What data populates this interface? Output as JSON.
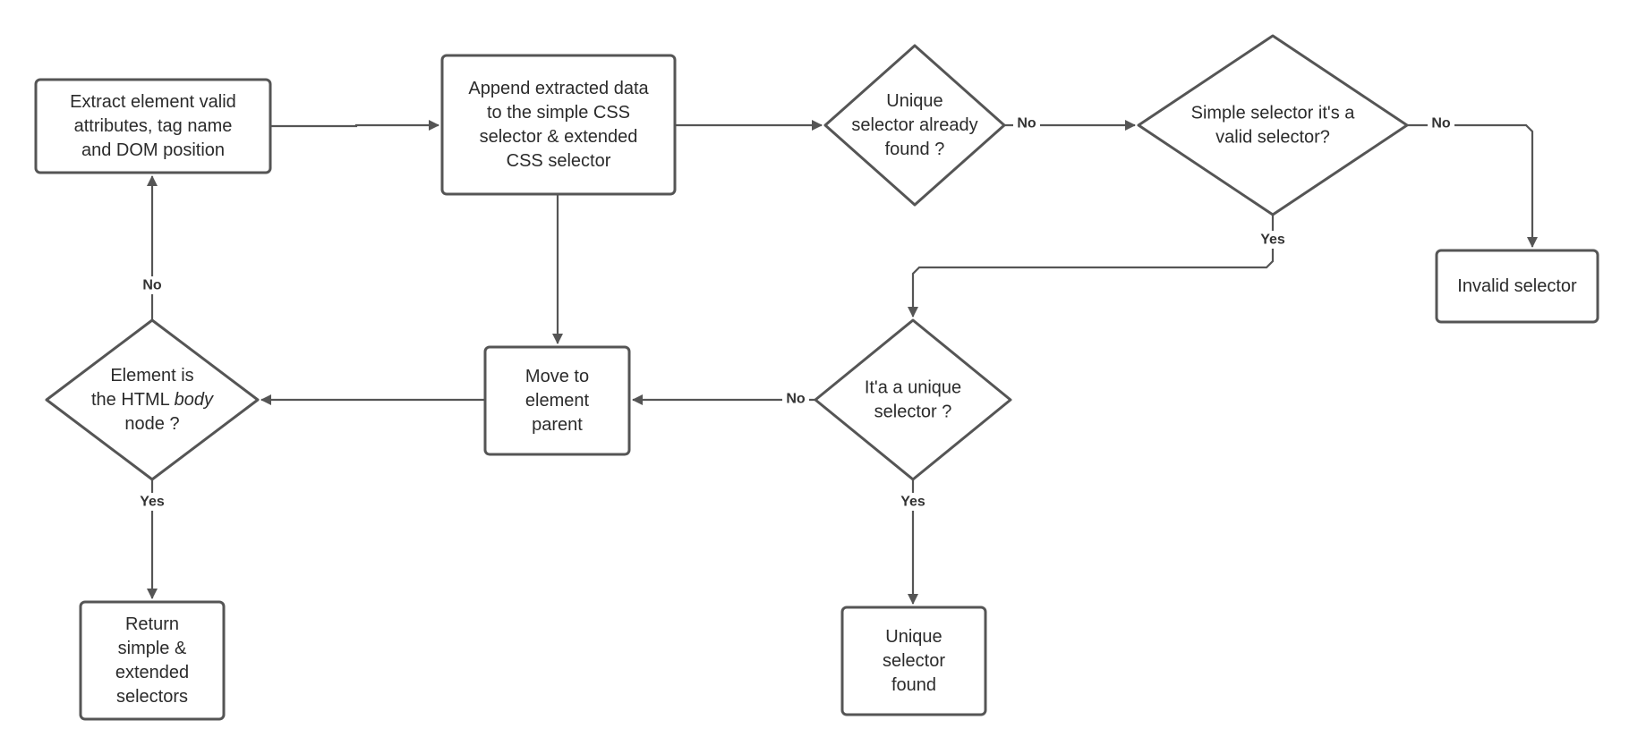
{
  "colors": {
    "stroke": "#555555",
    "text": "#2b2b2b",
    "background": "#ffffff"
  },
  "nodes": {
    "extract": {
      "shape": "rect",
      "lines": [
        [
          "Extract element valid"
        ],
        [
          "attributes, tag name"
        ],
        [
          "and DOM position"
        ]
      ]
    },
    "append": {
      "shape": "rect",
      "lines": [
        [
          "Append extracted data"
        ],
        [
          "to the simple CSS"
        ],
        [
          "selector & extended"
        ],
        [
          "CSS selector"
        ]
      ]
    },
    "unique_found_q": {
      "shape": "diamond",
      "lines": [
        [
          "Unique"
        ],
        [
          "selector already"
        ],
        [
          "found ?"
        ]
      ]
    },
    "valid_q": {
      "shape": "diamond",
      "lines": [
        [
          "Simple selector it's a"
        ],
        [
          "valid selector?"
        ]
      ]
    },
    "invalid": {
      "shape": "rect",
      "lines": [
        [
          "Invalid selector"
        ]
      ]
    },
    "unique_q": {
      "shape": "diamond",
      "lines": [
        [
          "It'a a unique"
        ],
        [
          "selector ?"
        ]
      ]
    },
    "move_parent": {
      "shape": "rect",
      "lines": [
        [
          "Move to"
        ],
        [
          "element"
        ],
        [
          "parent"
        ]
      ]
    },
    "body_q": {
      "shape": "diamond",
      "lines": [
        [
          "Element is"
        ],
        [
          "the HTML ",
          "body"
        ],
        [
          "node ?"
        ]
      ]
    },
    "return": {
      "shape": "rect",
      "lines": [
        [
          "Return"
        ],
        [
          "simple &"
        ],
        [
          "extended"
        ],
        [
          "selectors"
        ]
      ]
    },
    "unique_found": {
      "shape": "rect",
      "lines": [
        [
          "Unique"
        ],
        [
          "selector"
        ],
        [
          "found"
        ]
      ]
    }
  },
  "edges": [
    {
      "from": "extract",
      "to": "append",
      "label": ""
    },
    {
      "from": "append",
      "to": "unique_found_q",
      "label": ""
    },
    {
      "from": "append",
      "to": "move_parent",
      "label": ""
    },
    {
      "from": "unique_found_q",
      "to": "valid_q",
      "label": "No"
    },
    {
      "from": "valid_q",
      "to": "invalid",
      "label": "No"
    },
    {
      "from": "valid_q",
      "to": "unique_q",
      "label": "Yes"
    },
    {
      "from": "unique_q",
      "to": "move_parent",
      "label": "No"
    },
    {
      "from": "unique_q",
      "to": "unique_found",
      "label": "Yes"
    },
    {
      "from": "move_parent",
      "to": "body_q",
      "label": ""
    },
    {
      "from": "body_q",
      "to": "extract",
      "label": "No"
    },
    {
      "from": "body_q",
      "to": "return",
      "label": "Yes"
    }
  ]
}
